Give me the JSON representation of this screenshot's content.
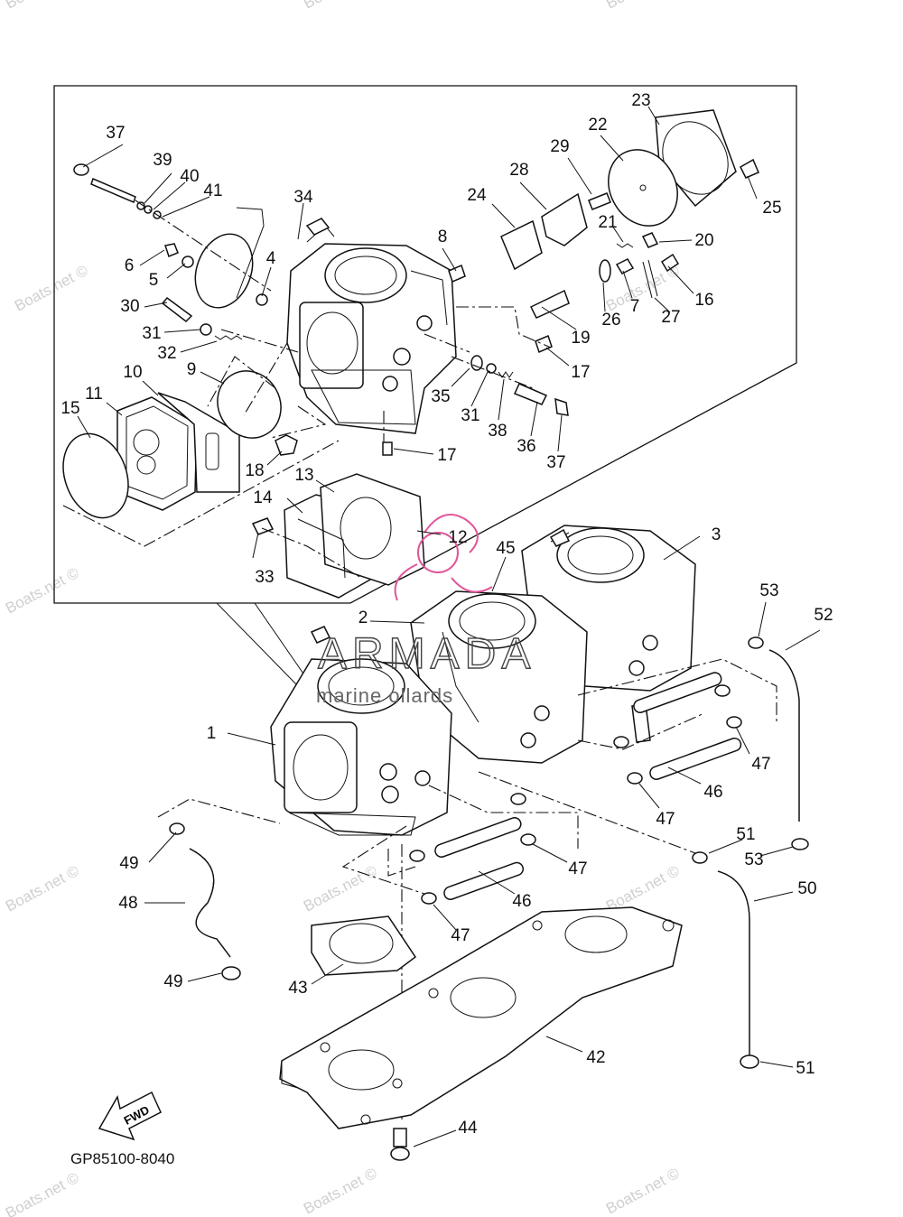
{
  "diagram_code": "GP85100-8040",
  "fwd_label": "FWD",
  "brand": {
    "name": "ARMADA",
    "tagline": "marine  ollards",
    "accent": "#e0559a"
  },
  "watermark_text": "Boats.net ©",
  "callouts": [
    {
      "id": "c1",
      "text": "1"
    },
    {
      "id": "c2",
      "text": "2"
    },
    {
      "id": "c3",
      "text": "3"
    },
    {
      "id": "c4",
      "text": "4"
    },
    {
      "id": "c5",
      "text": "5"
    },
    {
      "id": "c6",
      "text": "6"
    },
    {
      "id": "c7",
      "text": "7"
    },
    {
      "id": "c8",
      "text": "8"
    },
    {
      "id": "c9",
      "text": "9"
    },
    {
      "id": "c10",
      "text": "10"
    },
    {
      "id": "c11",
      "text": "11"
    },
    {
      "id": "c12",
      "text": "12"
    },
    {
      "id": "c13",
      "text": "13"
    },
    {
      "id": "c14",
      "text": "14"
    },
    {
      "id": "c15",
      "text": "15"
    },
    {
      "id": "c16",
      "text": "16"
    },
    {
      "id": "c17a",
      "text": "17"
    },
    {
      "id": "c17b",
      "text": "17"
    },
    {
      "id": "c18",
      "text": "18"
    },
    {
      "id": "c19",
      "text": "19"
    },
    {
      "id": "c20",
      "text": "20"
    },
    {
      "id": "c21",
      "text": "21"
    },
    {
      "id": "c22",
      "text": "22"
    },
    {
      "id": "c23",
      "text": "23"
    },
    {
      "id": "c24",
      "text": "24"
    },
    {
      "id": "c25",
      "text": "25"
    },
    {
      "id": "c26",
      "text": "26"
    },
    {
      "id": "c27",
      "text": "27"
    },
    {
      "id": "c28",
      "text": "28"
    },
    {
      "id": "c29",
      "text": "29"
    },
    {
      "id": "c30",
      "text": "30"
    },
    {
      "id": "c31a",
      "text": "31"
    },
    {
      "id": "c31b",
      "text": "31"
    },
    {
      "id": "c32",
      "text": "32"
    },
    {
      "id": "c33",
      "text": "33"
    },
    {
      "id": "c34",
      "text": "34"
    },
    {
      "id": "c35",
      "text": "35"
    },
    {
      "id": "c36",
      "text": "36"
    },
    {
      "id": "c37a",
      "text": "37"
    },
    {
      "id": "c37b",
      "text": "37"
    },
    {
      "id": "c38",
      "text": "38"
    },
    {
      "id": "c39",
      "text": "39"
    },
    {
      "id": "c40",
      "text": "40"
    },
    {
      "id": "c41",
      "text": "41"
    },
    {
      "id": "c42",
      "text": "42"
    },
    {
      "id": "c43",
      "text": "43"
    },
    {
      "id": "c44",
      "text": "44"
    },
    {
      "id": "c45",
      "text": "45"
    },
    {
      "id": "c46a",
      "text": "46"
    },
    {
      "id": "c46b",
      "text": "46"
    },
    {
      "id": "c47a",
      "text": "47"
    },
    {
      "id": "c47b",
      "text": "47"
    },
    {
      "id": "c47c",
      "text": "47"
    },
    {
      "id": "c47d",
      "text": "47"
    },
    {
      "id": "c48",
      "text": "48"
    },
    {
      "id": "c49a",
      "text": "49"
    },
    {
      "id": "c49b",
      "text": "49"
    },
    {
      "id": "c50",
      "text": "50"
    },
    {
      "id": "c51a",
      "text": "51"
    },
    {
      "id": "c51b",
      "text": "51"
    },
    {
      "id": "c52",
      "text": "52"
    },
    {
      "id": "c53a",
      "text": "53"
    },
    {
      "id": "c53b",
      "text": "53"
    }
  ]
}
